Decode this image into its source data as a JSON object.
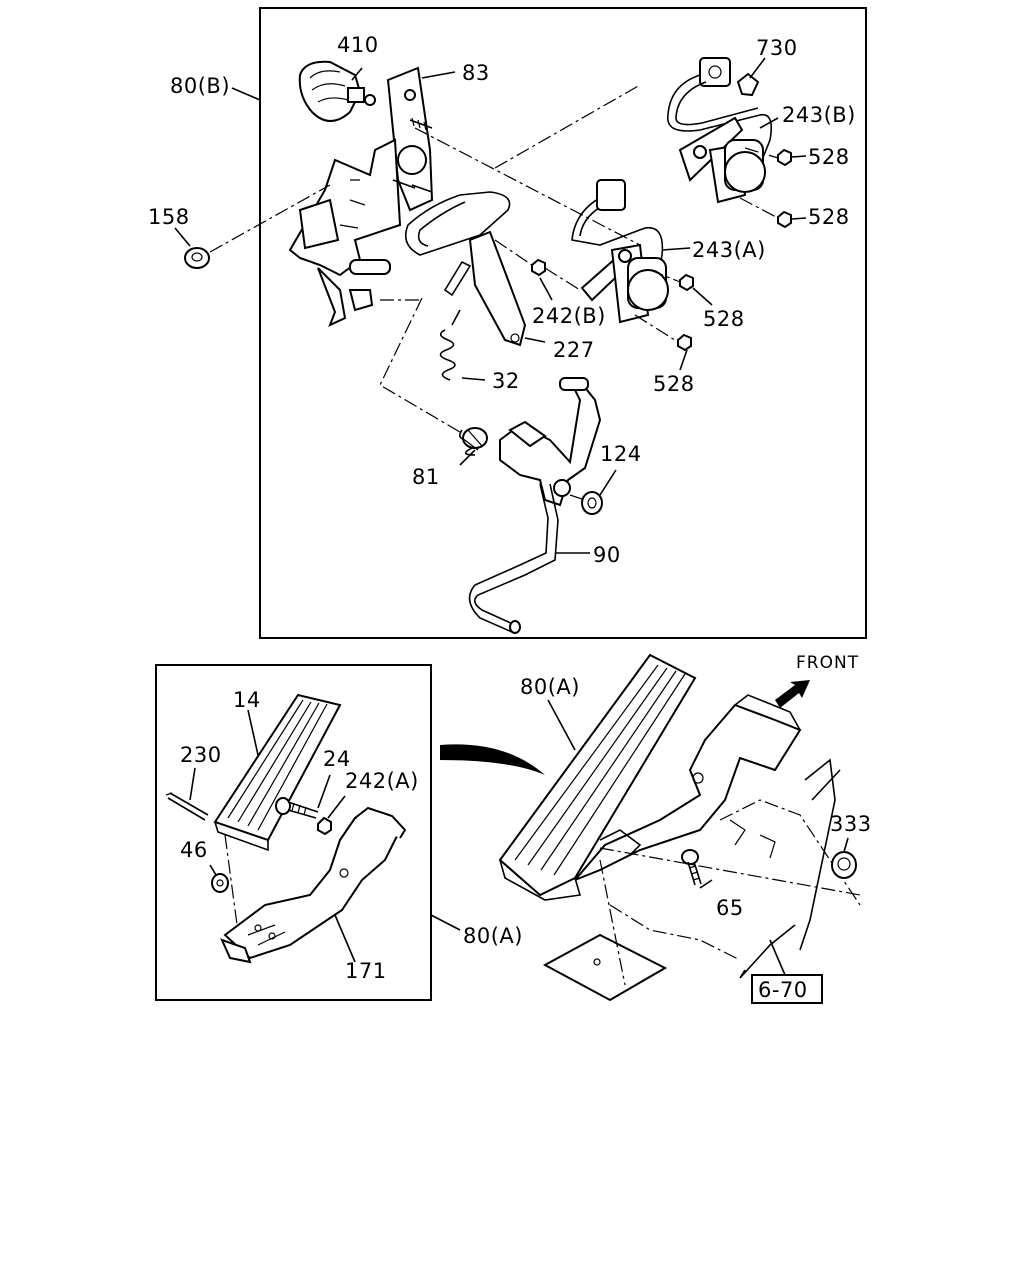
{
  "labels": {
    "l410": "410",
    "l83": "83",
    "l730": "730",
    "l80b": "80(B)",
    "l243b": "243(B)",
    "l528a": "528",
    "l528b": "528",
    "l158": "158",
    "l243a": "243(A)",
    "l242b": "242(B)",
    "l528c": "528",
    "l227": "227",
    "l528d": "528",
    "l32": "32",
    "l124": "124",
    "l81": "81",
    "l90": "90",
    "front": "FRONT",
    "l80a_main": "80(A)",
    "l14": "14",
    "l230": "230",
    "l24": "24",
    "l242a": "242(A)",
    "l46": "46",
    "l333": "333",
    "l65": "65",
    "l80a_inset": "80(A)",
    "l171": "171",
    "ref_670": "6-70"
  }
}
